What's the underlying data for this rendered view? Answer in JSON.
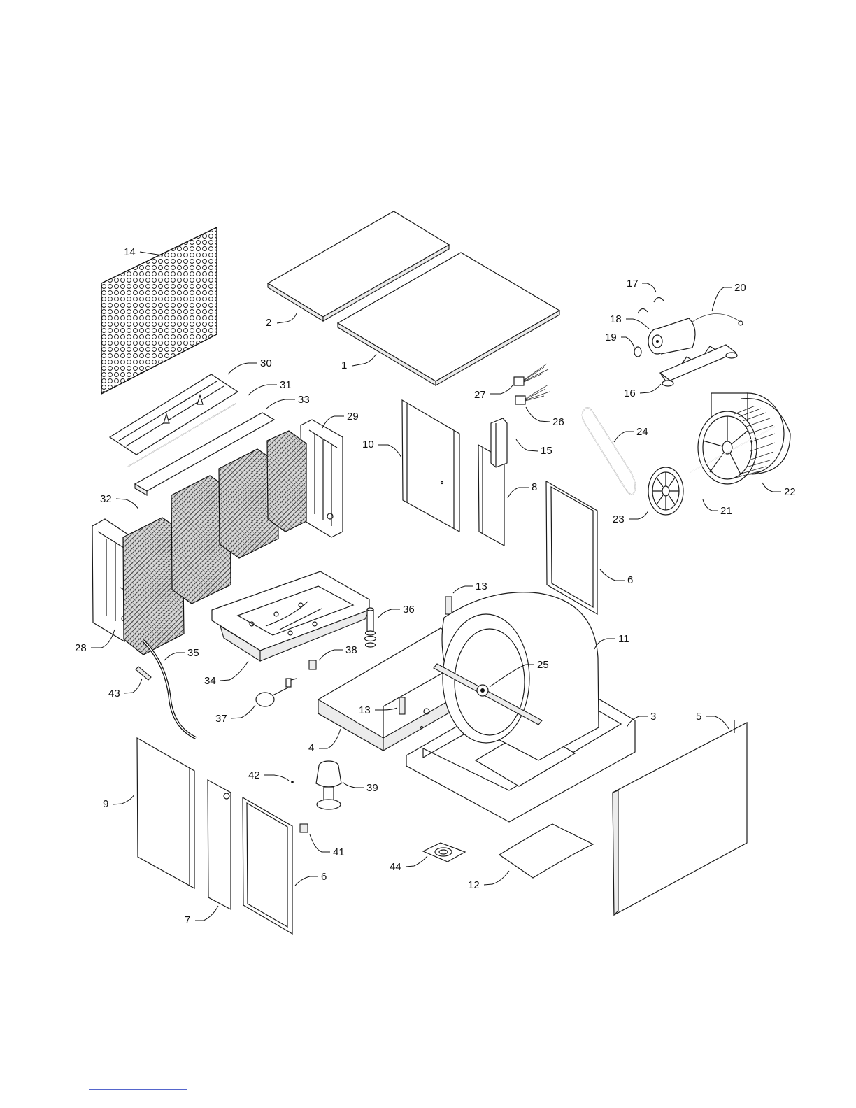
{
  "diagram": {
    "type": "exploded-parts-diagram",
    "callouts": [
      "1",
      "2",
      "3",
      "4",
      "5",
      "6",
      "6",
      "7",
      "8",
      "9",
      "10",
      "11",
      "12",
      "13",
      "13",
      "14",
      "15",
      "16",
      "17",
      "18",
      "19",
      "20",
      "21",
      "22",
      "23",
      "24",
      "25",
      "26",
      "27",
      "28",
      "29",
      "30",
      "31",
      "32",
      "33",
      "34",
      "35",
      "36",
      "37",
      "38",
      "39",
      "41",
      "42",
      "43",
      "44"
    ]
  },
  "footer": {
    "rule_color": "#5566cc"
  }
}
